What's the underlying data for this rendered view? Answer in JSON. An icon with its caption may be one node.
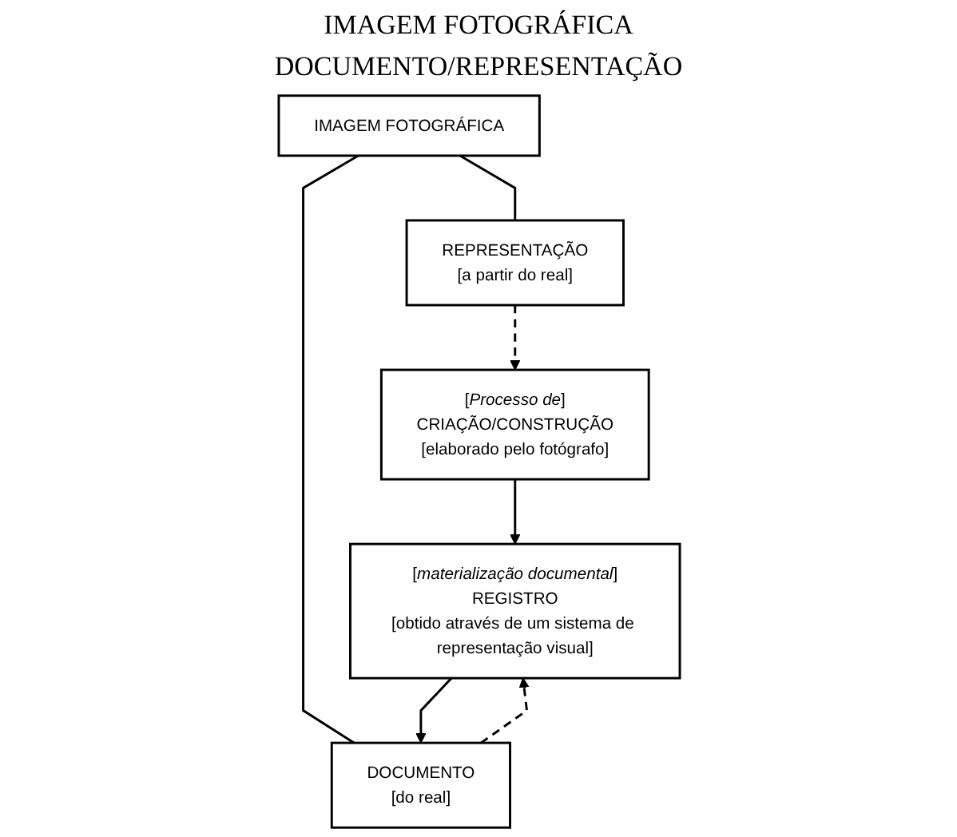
{
  "diagram": {
    "title": "IMAGEM FOTOGRÁFICA",
    "nodes": [
      {
        "text": [
          "IMAGEM FOTOGRÁFICA"
        ]
      },
      {
        "text": [
          "REPRESENTAÇÃO",
          "[a partir do real]"
        ]
      },
      {
        "text": [
          "DOCUMENTO",
          "[do real]"
        ]
      },
      {
        "text": [
          "[*Processo de*]",
          "CRIAÇÃO/CONSTRUÇÃO",
          "[elaborado pelo fotógrafo]"
        ]
      },
      {
        "text": [
          "[*materialização documental*]",
          "REGISTRO",
          "[obtido através de um sistema de representação visual]"
        ]
      }
    ],
    "edges": [
      {
        "from": 0,
        "to": 1,
        "arrow": "none"
      },
      {
        "from": 0,
        "to": 2,
        "arrow": "none"
      },
      {
        "from": 1,
        "to": 3,
        "arrow": "to",
        "style": "dashed"
      },
      {
        "from": 3,
        "to": 4,
        "arrow": "to"
      },
      {
        "from": 4,
        "to": 2,
        "arrow": "to"
      },
      {
        "from": 2,
        "to": 4,
        "arrow": "to",
        "style": "dashed"
      }
    ],
    "labels": [
      "DOCUMENTO/REPRESENTAÇÃO"
    ]
  }
}
